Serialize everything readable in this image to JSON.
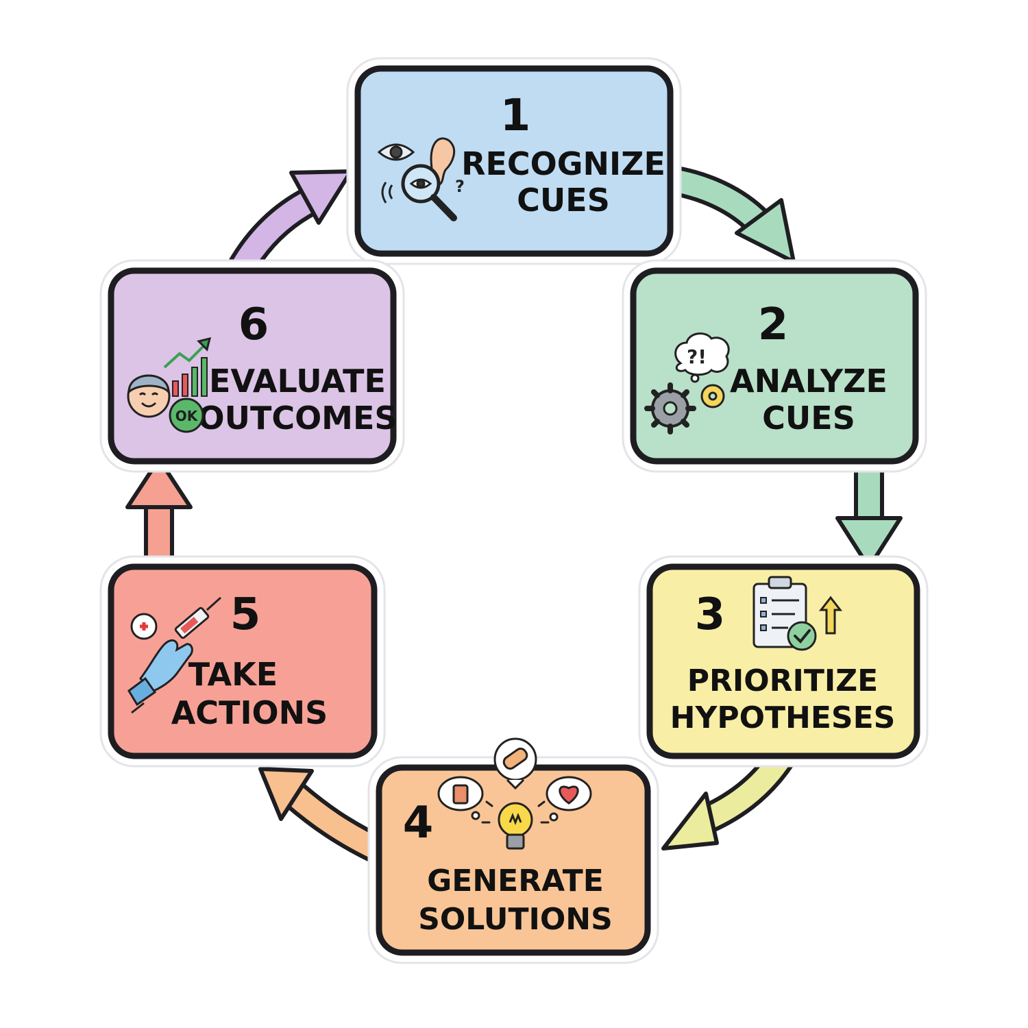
{
  "steps": [
    {
      "number": "1",
      "line1": "RECOGNIZE",
      "line2": "CUES",
      "color": "#bfdcf3",
      "icon": "eye-ear-magnifier-icon"
    },
    {
      "number": "2",
      "line1": "ANALYZE",
      "line2": "CUES",
      "color": "#b9e0c9",
      "icon": "thinking-gears-icon"
    },
    {
      "number": "3",
      "line1": "PRIORITIZE",
      "line2": "HYPOTHESES",
      "color": "#f8eea6",
      "icon": "clipboard-checklist-icon"
    },
    {
      "number": "4",
      "line1": "GENERATE",
      "line2": "SOLUTIONS",
      "color": "#f9c596",
      "icon": "lightbulb-ideas-icon"
    },
    {
      "number": "5",
      "line1": "TAKE",
      "line2": "ACTIONS",
      "color": "#f7a196",
      "icon": "syringe-glove-icon"
    },
    {
      "number": "6",
      "line1": "EVALUATE",
      "line2": "OUTCOMES",
      "color": "#dcc4e6",
      "icon": "patient-chart-ok-icon"
    }
  ],
  "icon_labels": {
    "question_marks": "?!",
    "ear_question": "?",
    "ok_badge": "OK"
  },
  "arrows": [
    {
      "from": "1",
      "to": "2",
      "color": "#a8dbbd"
    },
    {
      "from": "2",
      "to": "3",
      "color": "#a8dbbd"
    },
    {
      "from": "3",
      "to": "4",
      "color": "#ecec9e"
    },
    {
      "from": "4",
      "to": "5",
      "color": "#f7c08e"
    },
    {
      "from": "5",
      "to": "6",
      "color": "#f5a090"
    },
    {
      "from": "6",
      "to": "1",
      "color": "#d3b5e6"
    }
  ],
  "colors": {
    "outline": "#1e1e22",
    "background": "#ffffff"
  }
}
